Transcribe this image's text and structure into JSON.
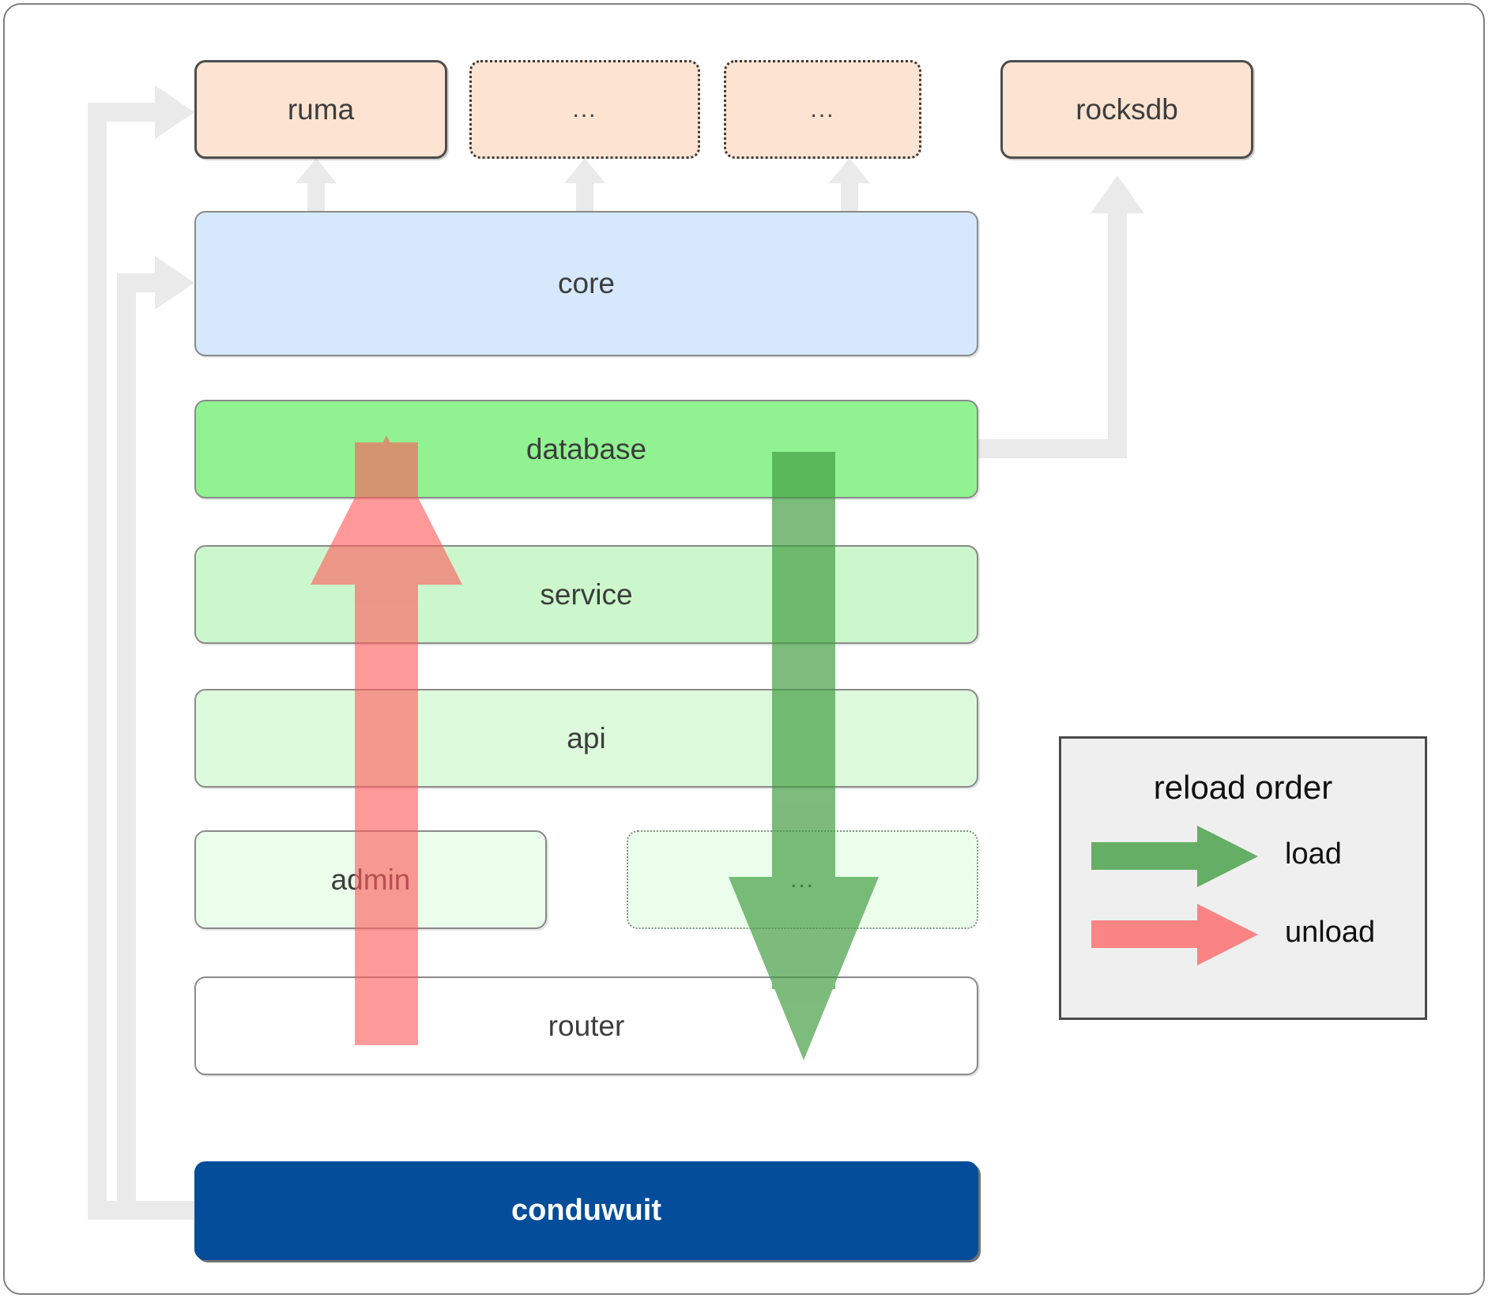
{
  "diagram": {
    "title": "conduwuit crate layer / reload order diagram",
    "dependencies": [
      {
        "id": "ruma",
        "label": "ruma",
        "style": "solid"
      },
      {
        "id": "dep-ellipsis-1",
        "label": "...",
        "style": "dashed"
      },
      {
        "id": "dep-ellipsis-2",
        "label": "...",
        "style": "dashed"
      },
      {
        "id": "rocksdb",
        "label": "rocksdb",
        "style": "solid"
      }
    ],
    "layers": [
      {
        "id": "core",
        "label": "core",
        "color": "#d6e8fb"
      },
      {
        "id": "database",
        "label": "database",
        "color": "#91f291"
      },
      {
        "id": "service",
        "label": "service",
        "color": "#ccf7cc"
      },
      {
        "id": "api",
        "label": "api",
        "color": "#ddfadd"
      },
      {
        "id": "admin",
        "label": "admin",
        "color": "#ebfdeb"
      },
      {
        "id": "layer-ellipsis",
        "label": "...",
        "color": "#ebfdeb"
      },
      {
        "id": "router",
        "label": "router",
        "color": "#ffffff"
      }
    ],
    "application": {
      "id": "conduwuit",
      "label": "conduwuit",
      "color": "#034d9b"
    },
    "legend": {
      "title": "reload order",
      "entries": [
        {
          "id": "load",
          "label": "load",
          "color": "#4caf50",
          "direction": "down"
        },
        {
          "id": "unload",
          "label": "unload",
          "color": "#ff8a8a",
          "direction": "up"
        }
      ]
    },
    "colors": {
      "dependency_fill": "#fde3d1",
      "connector": "#eaeaea",
      "border": "#808080",
      "load_arrow": "#4caf50",
      "unload_arrow": "#ff8a8a",
      "app_fill": "#034d9b"
    }
  }
}
